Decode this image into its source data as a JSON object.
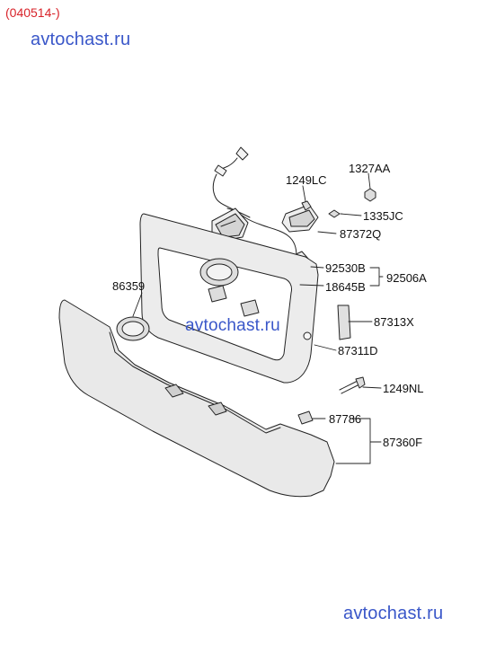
{
  "header": {
    "date_code": "(040514-)"
  },
  "watermarks": {
    "top": "avtochast.ru",
    "middle": "avtochast.ru",
    "bottom": "avtochast.ru"
  },
  "colors": {
    "date_code": "#d8232a",
    "watermark": "#3a57c9",
    "lines": "#222222",
    "part_fill": "#e9e9e9"
  },
  "parts": {
    "p1327AA": "1327AA",
    "p1249LC": "1249LC",
    "p1335JC": "1335JC",
    "p87372Q": "87372Q",
    "p92530B": "92530B",
    "p92506A": "92506A",
    "p18645B": "18645B",
    "p86359": "86359",
    "p87313X": "87313X",
    "p87311D": "87311D",
    "p1249NL": "1249NL",
    "p87786": "87786",
    "p87360F": "87360F"
  }
}
